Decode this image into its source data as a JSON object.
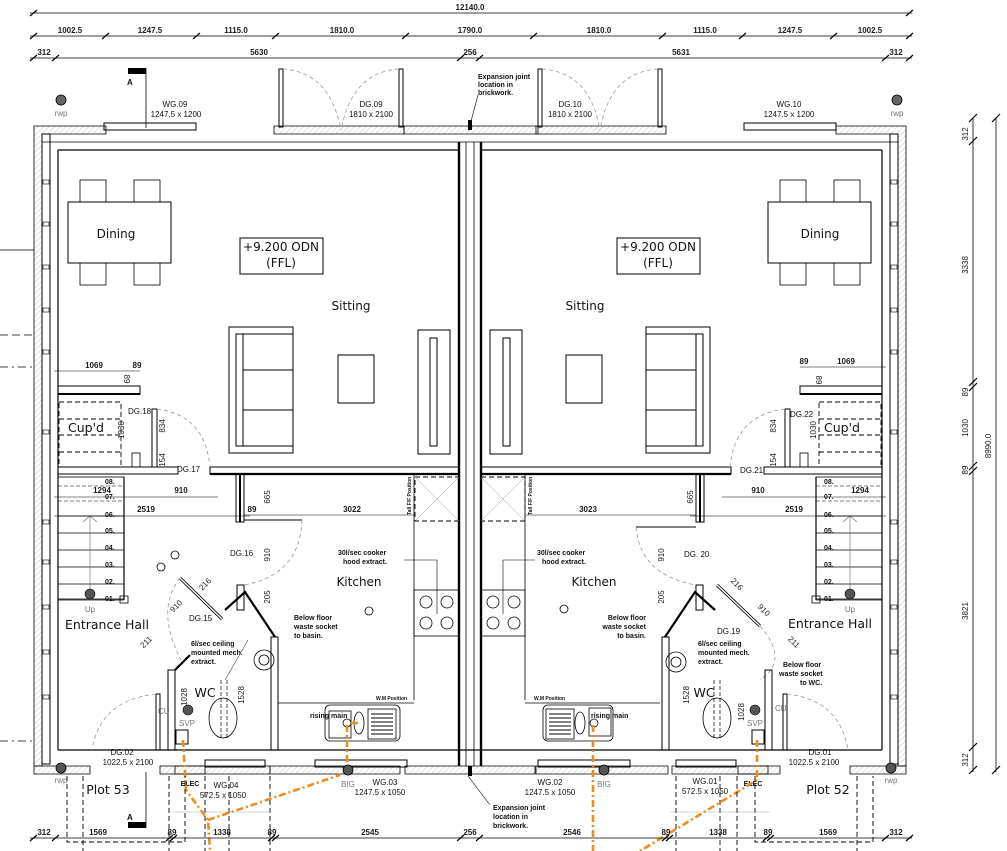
{
  "drawing": {
    "type": "Ground floor plan - semi-detached pair (Plot 53 / Plot 52)",
    "overall_width": "12140.0",
    "overall_depth": "8990.0"
  },
  "dimensions": {
    "top_row1": [
      "1002.5",
      "1247.5",
      "1115.0",
      "1810.0",
      "1790.0",
      "1810.0",
      "1115.0",
      "1247.5",
      "1002.5"
    ],
    "top_row2": [
      "312",
      "5630",
      "256",
      "5631",
      "312"
    ],
    "right_side": [
      "312",
      "3338",
      "89",
      "1030",
      "89",
      "3821",
      "312"
    ],
    "bottom_row": [
      "312",
      "1569",
      "89",
      "1338",
      "89",
      "2545",
      "256",
      "2546",
      "89",
      "1338",
      "89",
      "1569",
      "312"
    ],
    "internal_left": {
      "cupd_width": "1069",
      "wall": "89",
      "wall_v": "89",
      "cupd_depth": "1030",
      "door_834": "834",
      "door_154": "154",
      "stair_1294": "1294",
      "hall_910": "910",
      "hall_2519": "2519",
      "kitchen_width": "3022",
      "kitchen_665": "665",
      "kitchen_89": "89",
      "dg16_910": "910",
      "dg16_205": "205",
      "wc_216": "216",
      "wc_910": "910",
      "wc_211": "211",
      "wc_1528": "1528",
      "wc_1028": "1028"
    },
    "internal_right": {
      "cupd_width": "1069",
      "wall": "89",
      "wall_v": "89",
      "cupd_depth": "1030",
      "door_834": "834",
      "door_154": "154",
      "stair_1294": "1294",
      "hall_910": "910",
      "hall_2519": "2519",
      "kitchen_width": "3023",
      "kitchen_665": "665",
      "dg20_910": "910",
      "dg20_205": "205",
      "wc_216": "216",
      "wc_910": "910",
      "wc_211": "211",
      "wc_1528": "1528",
      "wc_1028": "1028"
    }
  },
  "openings": {
    "WG09": {
      "tag": "WG.09",
      "size": "1247.5 x 1200"
    },
    "DG09": {
      "tag": "DG.09",
      "size": "1810 x 2100"
    },
    "DG10": {
      "tag": "DG.10",
      "size": "1810 x 2100"
    },
    "WG10": {
      "tag": "WG.10",
      "size": "1247.5 x 1200"
    },
    "DG18": {
      "tag": "DG.18"
    },
    "DG17": {
      "tag": "DG.17"
    },
    "DG16": {
      "tag": "DG.16"
    },
    "DG15": {
      "tag": "DG.15"
    },
    "DG22": {
      "tag": "DG.22"
    },
    "DG21": {
      "tag": "DG.21"
    },
    "DG20": {
      "tag": "DG. 20"
    },
    "DG19": {
      "tag": "DG.19"
    },
    "DG02": {
      "tag": "DG.02",
      "size": "1022.5 x 2100"
    },
    "WG04": {
      "tag": "WG.04",
      "size": "572.5 x 1050"
    },
    "WG03": {
      "tag": "WG.03",
      "size": "1247.5 x 1050"
    },
    "WG02": {
      "tag": "WG.02",
      "size": "1247.5 x 1050"
    },
    "WG01": {
      "tag": "WG.01",
      "size": "572.5 x 1050"
    },
    "DG01": {
      "tag": "DG.01",
      "size": "1022.5 x 2100"
    }
  },
  "rooms": {
    "left": {
      "dining": "Dining",
      "sitting": "Sitting",
      "cupd": "Cup'd",
      "kitchen": "Kitchen",
      "hall": "Entrance Hall",
      "wc": "WC",
      "plot": "Plot 53"
    },
    "right": {
      "dining": "Dining",
      "sitting": "Sitting",
      "cupd": "Cup'd",
      "kitchen": "Kitchen",
      "hall": "Entrance Hall",
      "wc": "WC",
      "plot": "Plot 52"
    }
  },
  "levels": {
    "left": {
      "line1": "+9.200 ODN",
      "line2": "(FFL)"
    },
    "right": {
      "line1": "+9.200 ODN",
      "line2": "(FFL)"
    }
  },
  "notes": {
    "expansion_top": [
      "Expansion joint",
      "location in",
      "brickwork."
    ],
    "expansion_bottom": [
      "Expansion joint",
      "location in",
      "brickwork."
    ],
    "cooker_left": [
      "30l/sec cooker",
      "hood extract."
    ],
    "cooker_right": [
      "30l/sec cooker",
      "hood extract."
    ],
    "basin_left": [
      "Below floor",
      "waste socket",
      "to basin."
    ],
    "basin_right": [
      "Below floor",
      "waste socket",
      "to basin."
    ],
    "wc_extract_left": [
      "6l/sec ceiling",
      "mounted mech.",
      "extract."
    ],
    "wc_extract_right": [
      "6l/sec ceiling",
      "mounted mech.",
      "extract."
    ],
    "wc_waste_right": [
      "Below floor",
      "waste socket",
      "to WC."
    ],
    "ff_position": "Tall F/F Position",
    "wm_position": "W.M Position",
    "rising_main": "rising main"
  },
  "symbols": {
    "rwp": "rwp",
    "svp": "SVP",
    "big": "BIG",
    "elec": "ELEC",
    "cu": "CU",
    "up": "Up",
    "section_marker": "A",
    "stair_treads": [
      "08.",
      "07.",
      "06.",
      "05.",
      "04.",
      "03.",
      "02.",
      "01."
    ]
  },
  "colors": {
    "line": "#000000",
    "swing": "#999999",
    "drainage": "#f08c1e",
    "text": "#111111"
  }
}
